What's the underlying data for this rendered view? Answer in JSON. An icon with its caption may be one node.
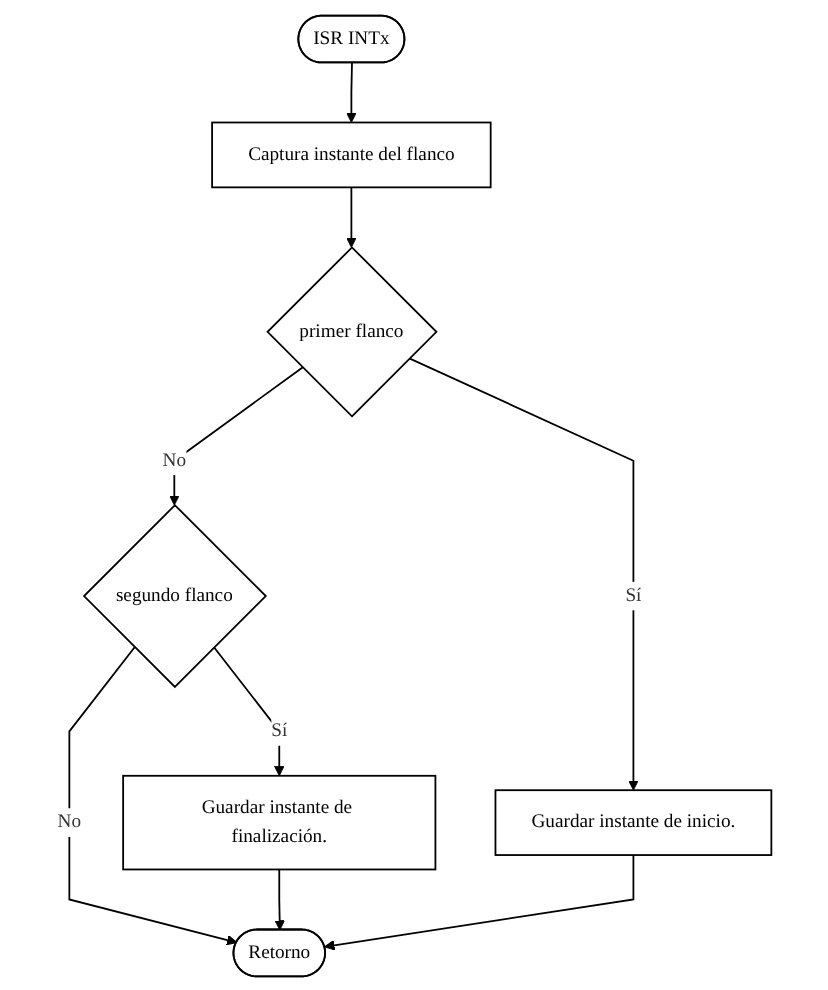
{
  "diagram": {
    "nodes": [
      {
        "text": [
          "ISR INTx"
        ]
      },
      {
        "text": [
          "Captura instante del flanco"
        ]
      },
      {
        "text": [
          "primer flanco"
        ]
      },
      {
        "text": [
          "Guardar instante de inicio."
        ]
      },
      {
        "text": [
          "segundo flanco"
        ]
      },
      {
        "text": [
          "Guardar instante de finalización."
        ]
      },
      {
        "text": [
          "Retorno"
        ]
      }
    ],
    "edges": [
      {
        "from": 0,
        "to": 1,
        "arrow": "to"
      },
      {
        "from": 1,
        "to": 2,
        "arrow": "to"
      },
      {
        "from": 2,
        "to": 3,
        "arrow": "to",
        "label": "Sí"
      },
      {
        "from": 2,
        "to": 4,
        "arrow": "to",
        "label": "No"
      },
      {
        "from": 4,
        "to": 5,
        "arrow": "to",
        "label": "Sí"
      },
      {
        "from": 4,
        "to": 6,
        "arrow": "to",
        "label": "No"
      },
      {
        "from": 5,
        "to": 6,
        "arrow": "to"
      },
      {
        "from": 3,
        "to": 6,
        "arrow": "to"
      }
    ]
  }
}
